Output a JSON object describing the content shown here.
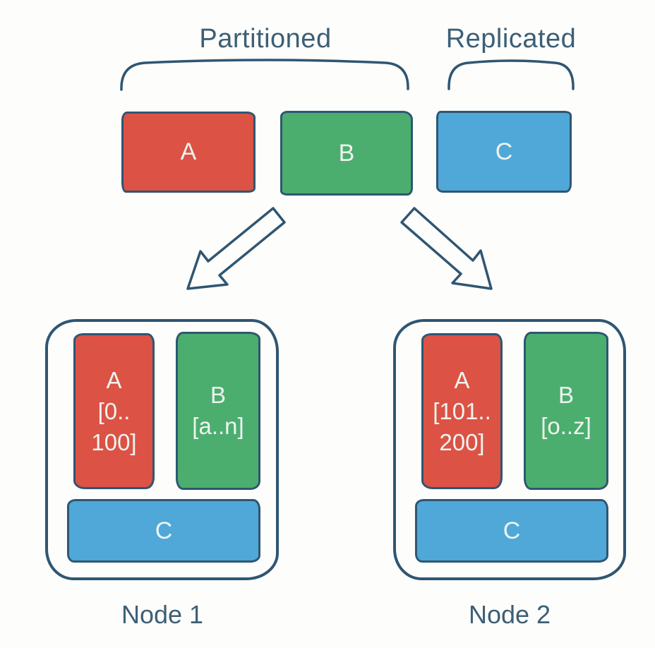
{
  "colors": {
    "table_a": "#dc5245",
    "table_b": "#4bae6e",
    "table_c": "#4fa8d8",
    "ink": "#2f5672",
    "label_text": "#3d5f75",
    "box_text": "#eef4ef"
  },
  "header": {
    "partitioned_label": "Partitioned",
    "replicated_label": "Replicated"
  },
  "icons": {
    "partitioned_brace": "curly-brace-span",
    "replicated_brace": "curly-brace-span",
    "arrow_to_node1": "hollow-arrow-down-left",
    "arrow_to_node2": "hollow-arrow-down-right"
  },
  "tables": {
    "a": "A",
    "b": "B",
    "c": "C"
  },
  "nodes": [
    {
      "label": "Node 1",
      "partition_a": {
        "name": "A",
        "range_line1": "[0..",
        "range_line2": "100]"
      },
      "partition_b": {
        "name": "B",
        "range": "[a..n]"
      },
      "replica_c": "C"
    },
    {
      "label": "Node 2",
      "partition_a": {
        "name": "A",
        "range_line1": "[101..",
        "range_line2": "200]"
      },
      "partition_b": {
        "name": "B",
        "range": "[o..z]"
      },
      "replica_c": "C"
    }
  ]
}
